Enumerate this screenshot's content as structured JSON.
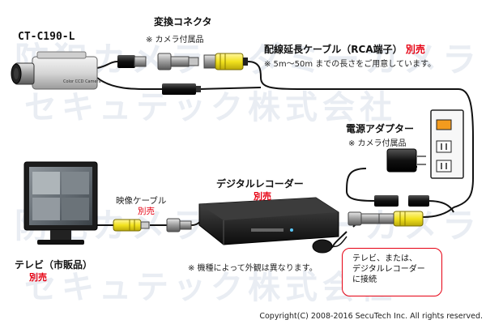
{
  "watermark": {
    "line1": "防犯カメラ・ダミーカメラ",
    "line2": "セキュテック株式会社"
  },
  "camera": {
    "model": "CT-C190-L",
    "body_text": "Color CCD Camera"
  },
  "converter": {
    "title": "変換コネクタ",
    "note": "※ カメラ付属品"
  },
  "cable": {
    "title": "配線延長ケーブル（RCA端子）",
    "title_tag": "別売",
    "note": "※ 5m〜50m までの長さをご用意しています。"
  },
  "adapter": {
    "title": "電源アダプター",
    "note": "※ カメラ付属品"
  },
  "recorder": {
    "title": "デジタルレコーダー",
    "tag": "別売"
  },
  "video_cable": {
    "title": "映像ケーブル",
    "tag": "別売"
  },
  "tv": {
    "title": "テレビ（市販品）",
    "tag": "別売"
  },
  "appearance_note": "※ 機種によって外観は異なります。",
  "callout": {
    "line1": "テレビ、または、",
    "line2": "デジタルレコーダー",
    "line3": "に接続"
  },
  "copyright": "Copyright(C) 2008-2016 SecuTech Inc. All rights reserved.",
  "colors": {
    "accent_red": "#e60012",
    "connector_yellow": "#f2e21e",
    "watermark": "#e9edf3",
    "outlet_orange": "#f39b1e"
  }
}
